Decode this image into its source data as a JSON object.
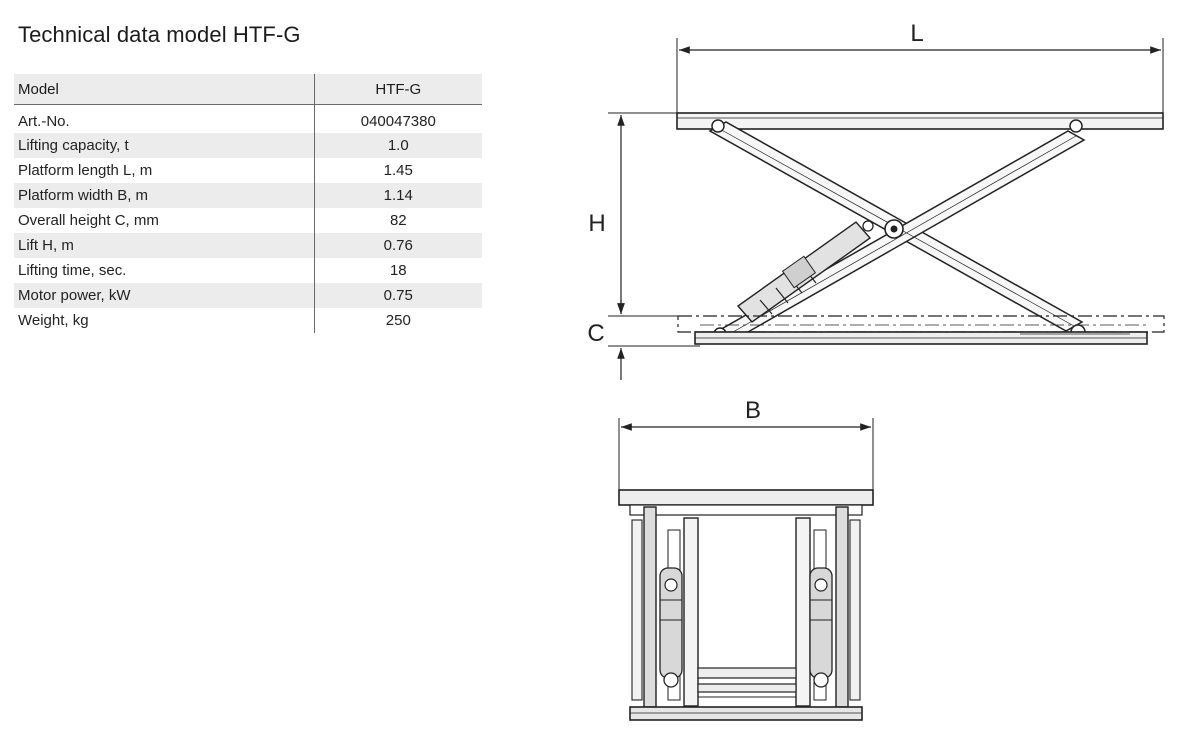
{
  "title": "Technical data model HTF-G",
  "table": {
    "header": {
      "label": "Model",
      "value": "HTF-G"
    },
    "rows": [
      {
        "label": "Art.-No.",
        "value": "040047380"
      },
      {
        "label": "Lifting capacity, t",
        "value": "1.0"
      },
      {
        "label": "Platform length L, m",
        "value": "1.45"
      },
      {
        "label": "Platform width B, m",
        "value": "1.14"
      },
      {
        "label": "Overall height C, mm",
        "value": "82"
      },
      {
        "label": "Lift H, m",
        "value": "0.76"
      },
      {
        "label": "Lifting time, sec.",
        "value": "18"
      },
      {
        "label": "Motor power, kW",
        "value": "0.75"
      },
      {
        "label": "Weight, kg",
        "value": "250"
      }
    ]
  },
  "drawing": {
    "labels": {
      "length": "L",
      "height": "H",
      "closed_height": "C",
      "width": "B"
    }
  }
}
